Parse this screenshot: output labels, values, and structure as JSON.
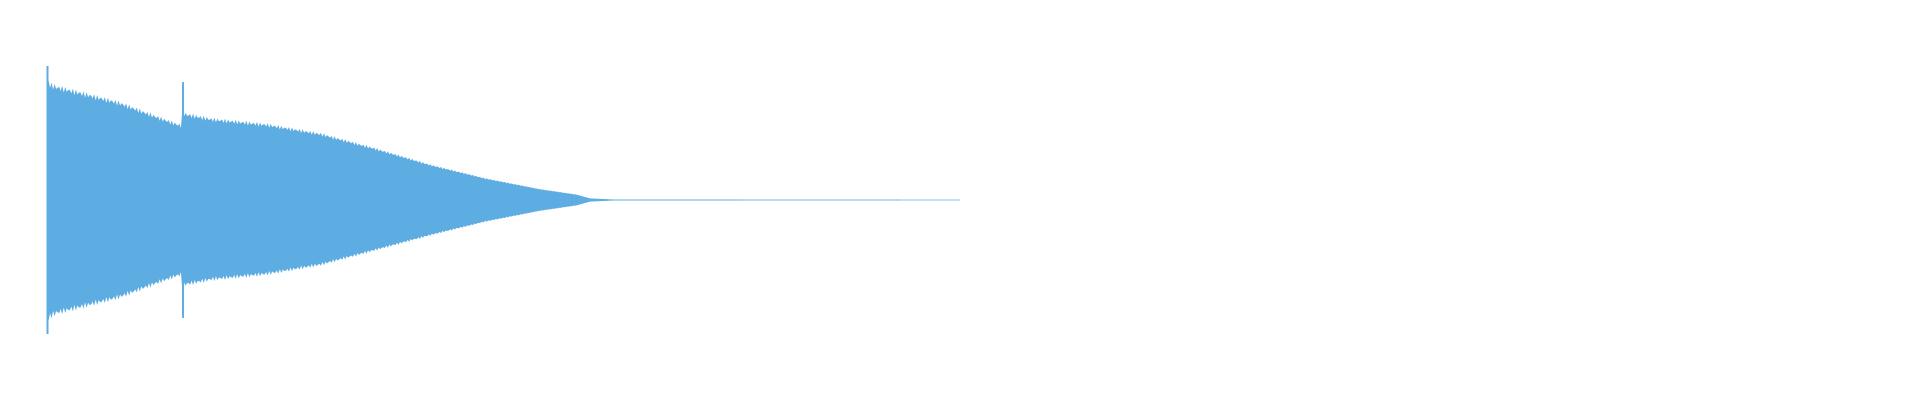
{
  "waveform": {
    "color": "#5dade2",
    "background": "#ffffff",
    "envelope": [
      {
        "t": 0.0,
        "top": 1.0,
        "bottom": 1.0
      },
      {
        "t": 0.002,
        "top": 0.86,
        "bottom": 0.87
      },
      {
        "t": 0.01,
        "top": 0.84,
        "bottom": 0.84
      },
      {
        "t": 0.04,
        "top": 0.79,
        "bottom": 0.79
      },
      {
        "t": 0.08,
        "top": 0.72,
        "bottom": 0.72
      },
      {
        "t": 0.115,
        "top": 0.63,
        "bottom": 0.63
      },
      {
        "t": 0.135,
        "top": 0.58,
        "bottom": 0.58
      },
      {
        "t": 0.148,
        "top": 0.55,
        "bottom": 0.55
      },
      {
        "t": 0.149,
        "top": 0.88,
        "bottom": 0.88
      },
      {
        "t": 0.15,
        "top": 0.64,
        "bottom": 0.63
      },
      {
        "t": 0.18,
        "top": 0.6,
        "bottom": 0.59
      },
      {
        "t": 0.24,
        "top": 0.56,
        "bottom": 0.55
      },
      {
        "t": 0.3,
        "top": 0.49,
        "bottom": 0.48
      },
      {
        "t": 0.36,
        "top": 0.38,
        "bottom": 0.37
      },
      {
        "t": 0.42,
        "top": 0.26,
        "bottom": 0.26
      },
      {
        "t": 0.48,
        "top": 0.16,
        "bottom": 0.16
      },
      {
        "t": 0.54,
        "top": 0.08,
        "bottom": 0.08
      },
      {
        "t": 0.58,
        "top": 0.04,
        "bottom": 0.04
      },
      {
        "t": 0.595,
        "top": 0.012,
        "bottom": 0.012
      },
      {
        "t": 0.62,
        "top": 0.004,
        "bottom": 0.004
      },
      {
        "t": 1.0,
        "top": 0.002,
        "bottom": 0.002
      }
    ]
  }
}
